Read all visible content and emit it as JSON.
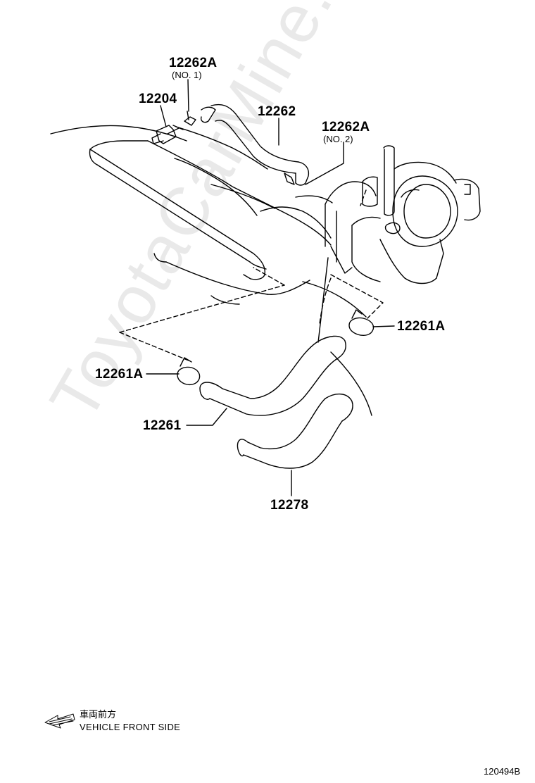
{
  "watermark": "ToyotaCarMine.ru",
  "callouts": {
    "p12262a_no1": "12262A",
    "p12262a_no1_sub": "(NO. 1)",
    "p12204": "12204",
    "p12262": "12262",
    "p12262a_no2": "12262A",
    "p12262a_no2_sub": "(NO. 2)",
    "p12261a_right": "12261A",
    "p12261a_left": "12261A",
    "p12261": "12261",
    "p12278": "12278"
  },
  "front_indicator": {
    "japanese": "車両前方",
    "english": "VEHICLE FRONT SIDE"
  },
  "reference_id": "120494B",
  "colors": {
    "line": "#000000",
    "watermark": "#e9e9e9",
    "background": "#ffffff"
  }
}
